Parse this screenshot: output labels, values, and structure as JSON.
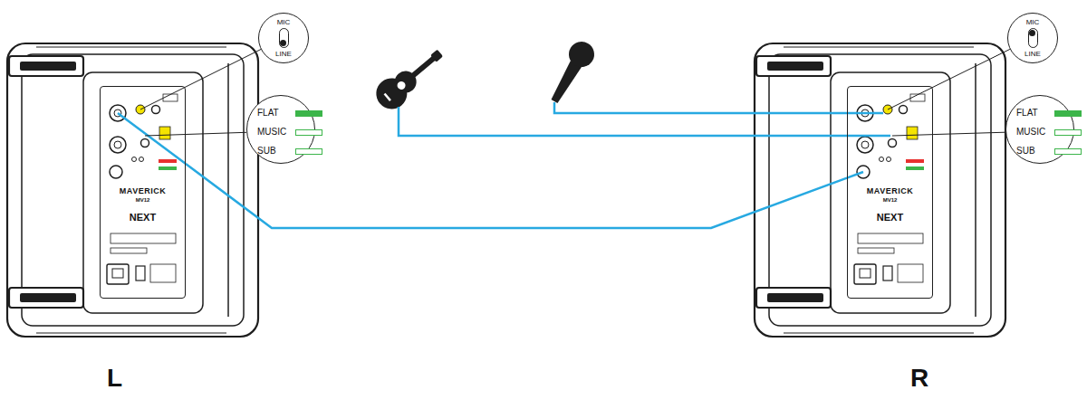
{
  "diagram": {
    "nodes": [
      {
        "text": [
          "MAVERICK",
          "MV12",
          "NEXT"
        ]
      },
      {
        "text": [
          "MIC",
          "LINE"
        ]
      },
      {
        "text": [
          "FLAT",
          "MUSIC",
          "SUB"
        ]
      },
      {
        "text": [
          "MAVERICK",
          "MV12",
          "NEXT"
        ]
      },
      {
        "text": [
          "MIC",
          "LINE"
        ]
      },
      {
        "text": [
          "FLAT",
          "MUSIC",
          "SUB"
        ]
      }
    ],
    "edges": [
      {
        "from": 0,
        "to": 3,
        "arrow": "none"
      },
      {
        "from": 1,
        "to": 0,
        "arrow": "none"
      },
      {
        "from": 2,
        "to": 0,
        "arrow": "none"
      },
      {
        "from": 4,
        "to": 3,
        "arrow": "none"
      },
      {
        "from": 5,
        "to": 3,
        "arrow": "none"
      }
    ],
    "labels": [
      "L",
      "R"
    ]
  }
}
